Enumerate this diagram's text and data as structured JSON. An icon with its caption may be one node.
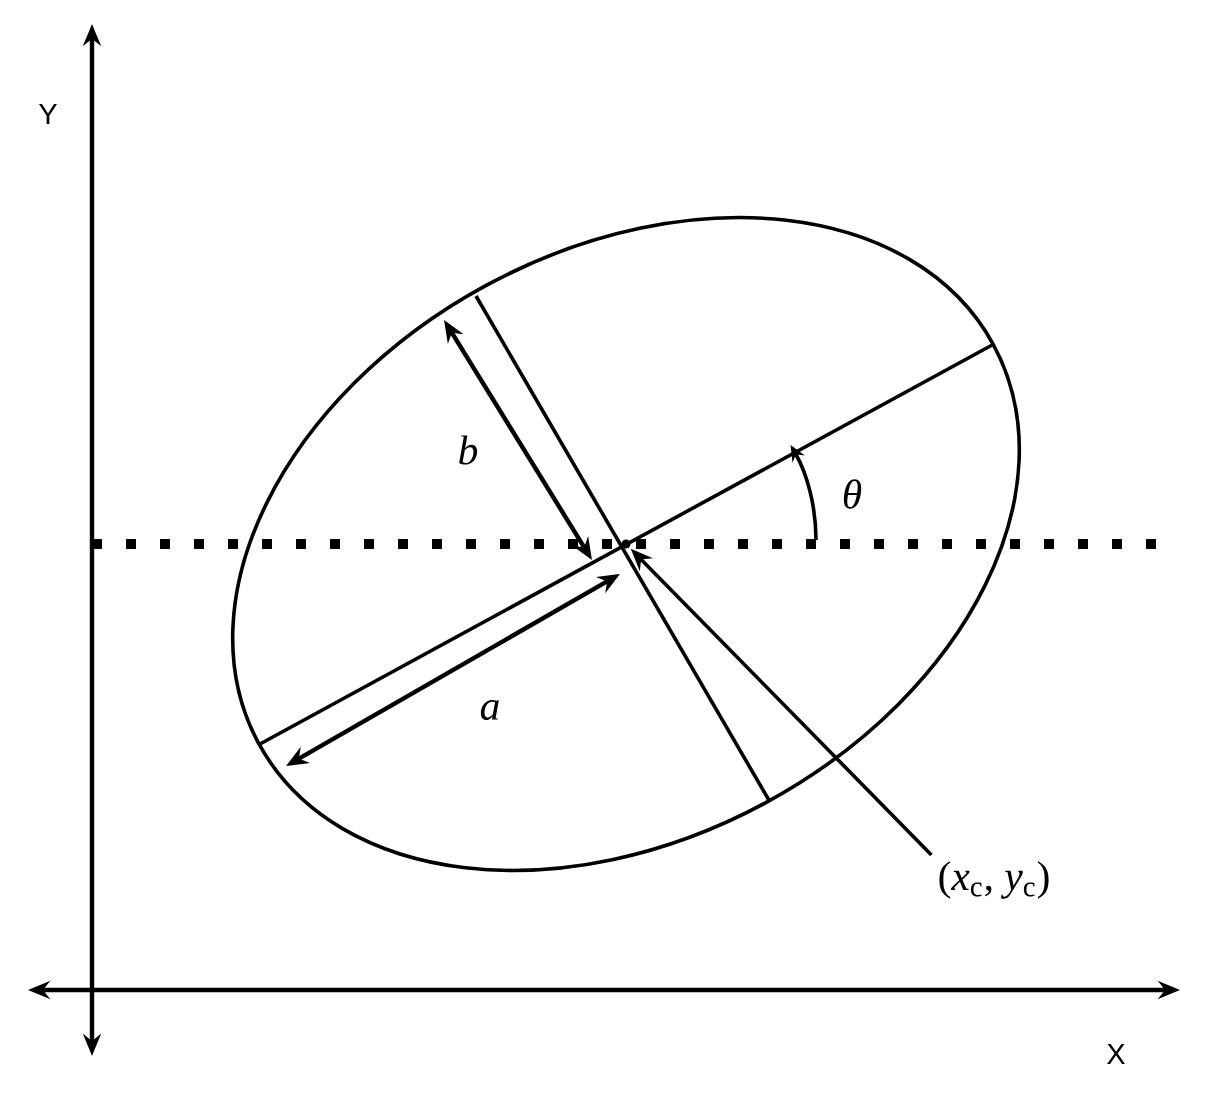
{
  "diagram": {
    "nodes": [
      {
        "text": [
          "(*x*$_{c}$, *y*$_{c}$)"
        ]
      },
      {
        "text": [],
        "shape": "circle"
      }
    ],
    "edges": [
      {
        "from": 0,
        "to": 1,
        "arrow": "to"
      }
    ],
    "labels": [
      "Y",
      "X",
      "b",
      "a",
      "θ"
    ]
  }
}
